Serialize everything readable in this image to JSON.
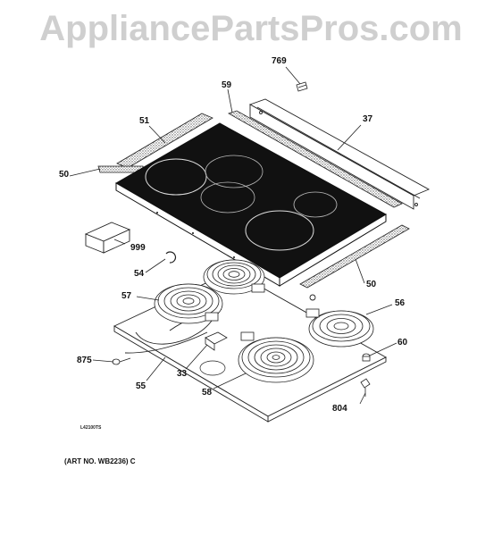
{
  "watermark": "AppliancePartsPros.com",
  "diagram_id": "L42100TS",
  "art_number": "(ART NO. WB2236) C",
  "callouts": {
    "p769": "769",
    "p59": "59",
    "p37": "37",
    "p51": "51",
    "p50_left": "50",
    "p999": "999",
    "p54": "54",
    "p50_right": "50",
    "p57": "57",
    "p56": "56",
    "p60": "60",
    "p875": "875",
    "p33": "33",
    "p55": "55",
    "p58": "58",
    "p804": "804"
  }
}
